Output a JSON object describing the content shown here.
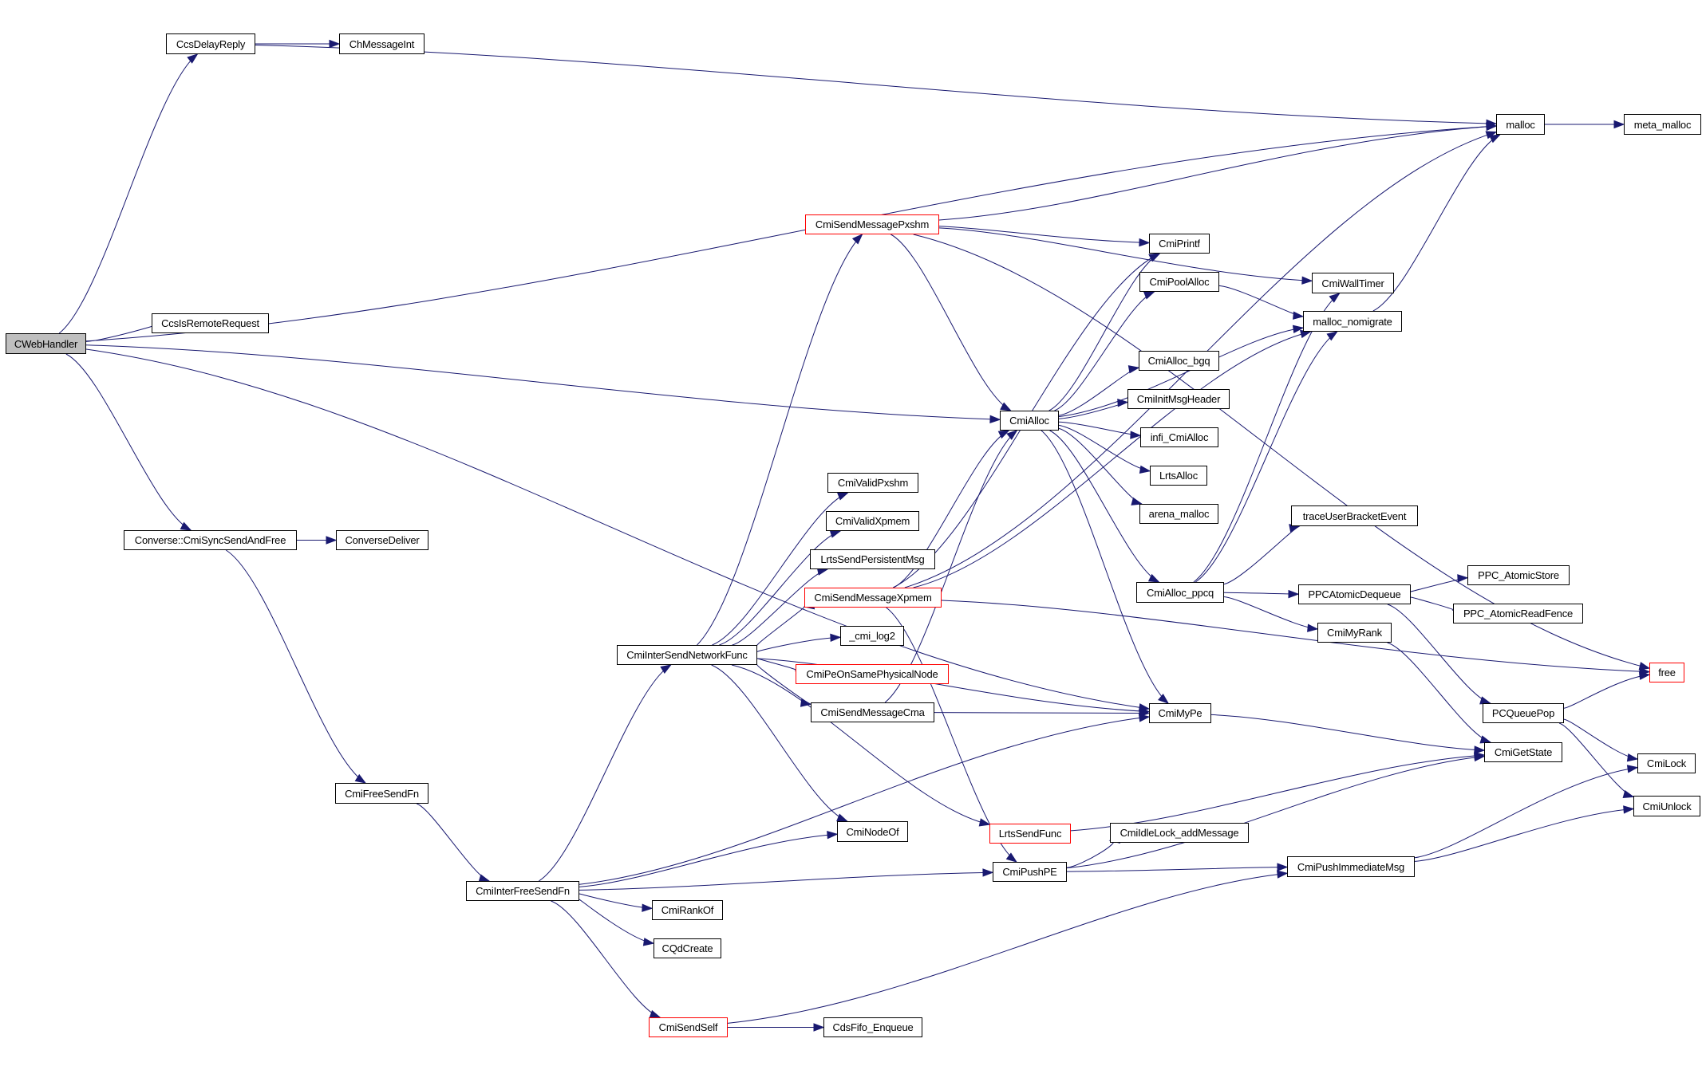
{
  "graph": {
    "title": "Call graph of CWebHandler",
    "colors": {
      "edge": "#191970",
      "root_fill": "#bfbfbf",
      "node_border": "#000000",
      "undocumented_border": "#ff0000"
    },
    "root": "CWebHandler",
    "nodes": [
      {
        "id": "CWebHandler",
        "label": "CWebHandler",
        "style": "root"
      },
      {
        "id": "CcsDelayReply",
        "label": "CcsDelayReply",
        "style": "normal"
      },
      {
        "id": "ChMessageInt",
        "label": "ChMessageInt",
        "style": "normal"
      },
      {
        "id": "CcsIsRemoteRequest",
        "label": "CcsIsRemoteRequest",
        "style": "normal"
      },
      {
        "id": "CmiSyncSendAndFree",
        "label": "Converse::CmiSyncSendAndFree",
        "style": "normal"
      },
      {
        "id": "ConverseDeliver",
        "label": "ConverseDeliver",
        "style": "normal"
      },
      {
        "id": "CmiFreeSendFn",
        "label": "CmiFreeSendFn",
        "style": "normal"
      },
      {
        "id": "CmiInterFreeSendFn",
        "label": "CmiInterFreeSendFn",
        "style": "normal"
      },
      {
        "id": "CmiInterSendNetworkFunc",
        "label": "CmiInterSendNetworkFunc",
        "style": "normal"
      },
      {
        "id": "CmiSendMessagePxshm",
        "label": "CmiSendMessagePxshm",
        "style": "red"
      },
      {
        "id": "CmiPrintf",
        "label": "CmiPrintf",
        "style": "normal"
      },
      {
        "id": "CmiPoolAlloc",
        "label": "CmiPoolAlloc",
        "style": "normal"
      },
      {
        "id": "CmiAlloc_bgq",
        "label": "CmiAlloc_bgq",
        "style": "normal"
      },
      {
        "id": "CmiInitMsgHeader",
        "label": "CmiInitMsgHeader",
        "style": "normal"
      },
      {
        "id": "CmiAlloc",
        "label": "CmiAlloc",
        "style": "normal"
      },
      {
        "id": "infi_CmiAlloc",
        "label": "infi_CmiAlloc",
        "style": "normal"
      },
      {
        "id": "LrtsAlloc",
        "label": "LrtsAlloc",
        "style": "normal"
      },
      {
        "id": "arena_malloc",
        "label": "arena_malloc",
        "style": "normal"
      },
      {
        "id": "CmiValidPxshm",
        "label": "CmiValidPxshm",
        "style": "normal"
      },
      {
        "id": "CmiValidXpmem",
        "label": "CmiValidXpmem",
        "style": "normal"
      },
      {
        "id": "LrtsSendPersistentMsg",
        "label": "LrtsSendPersistentMsg",
        "style": "normal"
      },
      {
        "id": "CmiSendMessageXpmem",
        "label": "CmiSendMessageXpmem",
        "style": "red"
      },
      {
        "id": "_cmi_log2",
        "label": "_cmi_log2",
        "style": "normal"
      },
      {
        "id": "CmiPeOnSamePhysicalNode",
        "label": "CmiPeOnSamePhysicalNode",
        "style": "red"
      },
      {
        "id": "CmiSendMessageCma",
        "label": "CmiSendMessageCma",
        "style": "normal"
      },
      {
        "id": "CmiNodeOf",
        "label": "CmiNodeOf",
        "style": "normal"
      },
      {
        "id": "CmiRankOf",
        "label": "CmiRankOf",
        "style": "normal"
      },
      {
        "id": "CQdCreate",
        "label": "CQdCreate",
        "style": "normal"
      },
      {
        "id": "CmiSendSelf",
        "label": "CmiSendSelf",
        "style": "red"
      },
      {
        "id": "CdsFifo_Enqueue",
        "label": "CdsFifo_Enqueue",
        "style": "normal"
      },
      {
        "id": "LrtsSendFunc",
        "label": "LrtsSendFunc",
        "style": "red"
      },
      {
        "id": "CmiIdleLock_addMessage",
        "label": "CmiIdleLock_addMessage",
        "style": "normal"
      },
      {
        "id": "CmiPushPE",
        "label": "CmiPushPE",
        "style": "normal"
      },
      {
        "id": "CmiPushImmediateMsg",
        "label": "CmiPushImmediateMsg",
        "style": "normal"
      },
      {
        "id": "malloc",
        "label": "malloc",
        "style": "normal"
      },
      {
        "id": "meta_malloc",
        "label": "meta_malloc",
        "style": "normal"
      },
      {
        "id": "CmiWallTimer",
        "label": "CmiWallTimer",
        "style": "normal"
      },
      {
        "id": "malloc_nomigrate",
        "label": "malloc_nomigrate",
        "style": "normal"
      },
      {
        "id": "traceUserBracketEvent",
        "label": "traceUserBracketEvent",
        "style": "normal"
      },
      {
        "id": "CmiAlloc_ppcq",
        "label": "CmiAlloc_ppcq",
        "style": "normal"
      },
      {
        "id": "PPCAtomicDequeue",
        "label": "PPCAtomicDequeue",
        "style": "normal"
      },
      {
        "id": "PPC_AtomicStore",
        "label": "PPC_AtomicStore",
        "style": "normal"
      },
      {
        "id": "PPC_AtomicReadFence",
        "label": "PPC_AtomicReadFence",
        "style": "normal"
      },
      {
        "id": "CmiMyRank",
        "label": "CmiMyRank",
        "style": "normal"
      },
      {
        "id": "free",
        "label": "free",
        "style": "red"
      },
      {
        "id": "CmiMyPe",
        "label": "CmiMyPe",
        "style": "normal"
      },
      {
        "id": "PCQueuePop",
        "label": "PCQueuePop",
        "style": "normal"
      },
      {
        "id": "CmiGetState",
        "label": "CmiGetState",
        "style": "normal"
      },
      {
        "id": "CmiLock",
        "label": "CmiLock",
        "style": "normal"
      },
      {
        "id": "CmiUnlock",
        "label": "CmiUnlock",
        "style": "normal"
      }
    ],
    "edges": [
      [
        "CWebHandler",
        "CcsDelayReply"
      ],
      [
        "CWebHandler",
        "CcsIsRemoteRequest"
      ],
      [
        "CWebHandler",
        "malloc"
      ],
      [
        "CWebHandler",
        "CmiAlloc"
      ],
      [
        "CWebHandler",
        "CmiMyPe"
      ],
      [
        "CWebHandler",
        "CmiSyncSendAndFree"
      ],
      [
        "CcsDelayReply",
        "ChMessageInt"
      ],
      [
        "CcsDelayReply",
        "malloc"
      ],
      [
        "CmiSyncSendAndFree",
        "ConverseDeliver"
      ],
      [
        "CmiSyncSendAndFree",
        "CmiFreeSendFn"
      ],
      [
        "CmiFreeSendFn",
        "CmiInterFreeSendFn"
      ],
      [
        "CmiInterFreeSendFn",
        "CmiInterSendNetworkFunc"
      ],
      [
        "CmiInterFreeSendFn",
        "CmiNodeOf"
      ],
      [
        "CmiInterFreeSendFn",
        "CmiMyPe"
      ],
      [
        "CmiInterFreeSendFn",
        "CmiRankOf"
      ],
      [
        "CmiInterFreeSendFn",
        "CQdCreate"
      ],
      [
        "CmiInterFreeSendFn",
        "CmiPushPE"
      ],
      [
        "CmiInterFreeSendFn",
        "CmiSendSelf"
      ],
      [
        "CmiInterSendNetworkFunc",
        "CmiSendMessagePxshm"
      ],
      [
        "CmiInterSendNetworkFunc",
        "CmiValidPxshm"
      ],
      [
        "CmiInterSendNetworkFunc",
        "CmiValidXpmem"
      ],
      [
        "CmiInterSendNetworkFunc",
        "LrtsSendPersistentMsg"
      ],
      [
        "CmiInterSendNetworkFunc",
        "CmiSendMessageXpmem"
      ],
      [
        "CmiInterSendNetworkFunc",
        "_cmi_log2"
      ],
      [
        "CmiInterSendNetworkFunc",
        "CmiPeOnSamePhysicalNode"
      ],
      [
        "CmiInterSendNetworkFunc",
        "CmiSendMessageCma"
      ],
      [
        "CmiInterSendNetworkFunc",
        "CmiMyPe"
      ],
      [
        "CmiInterSendNetworkFunc",
        "CmiNodeOf"
      ],
      [
        "CmiInterSendNetworkFunc",
        "LrtsSendFunc"
      ],
      [
        "CmiSendMessagePxshm",
        "malloc"
      ],
      [
        "CmiSendMessagePxshm",
        "free"
      ],
      [
        "CmiSendMessagePxshm",
        "CmiPrintf"
      ],
      [
        "CmiSendMessagePxshm",
        "CmiWallTimer"
      ],
      [
        "CmiSendMessagePxshm",
        "CmiAlloc"
      ],
      [
        "CmiSendMessageXpmem",
        "CmiAlloc"
      ],
      [
        "CmiSendMessageXpmem",
        "CmiPrintf"
      ],
      [
        "CmiSendMessageXpmem",
        "malloc_nomigrate"
      ],
      [
        "CmiSendMessageXpmem",
        "malloc"
      ],
      [
        "CmiSendMessageXpmem",
        "free"
      ],
      [
        "CmiSendMessageXpmem",
        "CmiPushPE"
      ],
      [
        "CmiSendMessageCma",
        "CmiAlloc"
      ],
      [
        "CmiSendMessageCma",
        "CmiMyPe"
      ],
      [
        "CmiAlloc",
        "CmiPrintf"
      ],
      [
        "CmiAlloc",
        "CmiPoolAlloc"
      ],
      [
        "CmiAlloc",
        "malloc_nomigrate"
      ],
      [
        "CmiAlloc",
        "CmiAlloc_bgq"
      ],
      [
        "CmiAlloc",
        "CmiInitMsgHeader"
      ],
      [
        "CmiAlloc",
        "infi_CmiAlloc"
      ],
      [
        "CmiAlloc",
        "LrtsAlloc"
      ],
      [
        "CmiAlloc",
        "arena_malloc"
      ],
      [
        "CmiAlloc",
        "CmiAlloc_ppcq"
      ],
      [
        "CmiAlloc",
        "CmiMyPe"
      ],
      [
        "CmiPoolAlloc",
        "malloc_nomigrate"
      ],
      [
        "malloc_nomigrate",
        "malloc"
      ],
      [
        "malloc",
        "meta_malloc"
      ],
      [
        "CmiAlloc_ppcq",
        "CmiWallTimer"
      ],
      [
        "CmiAlloc_ppcq",
        "traceUserBracketEvent"
      ],
      [
        "CmiAlloc_ppcq",
        "PPCAtomicDequeue"
      ],
      [
        "CmiAlloc_ppcq",
        "CmiMyRank"
      ],
      [
        "CmiAlloc_ppcq",
        "malloc_nomigrate"
      ],
      [
        "PPCAtomicDequeue",
        "PPC_AtomicStore"
      ],
      [
        "PPCAtomicDequeue",
        "PPC_AtomicReadFence"
      ],
      [
        "PPCAtomicDequeue",
        "PCQueuePop"
      ],
      [
        "PCQueuePop",
        "free"
      ],
      [
        "PCQueuePop",
        "CmiLock"
      ],
      [
        "PCQueuePop",
        "CmiUnlock"
      ],
      [
        "CmiMyRank",
        "CmiGetState"
      ],
      [
        "CmiMyPe",
        "CmiGetState"
      ],
      [
        "LrtsSendFunc",
        "CmiGetState"
      ],
      [
        "CmiPushPE",
        "CmiIdleLock_addMessage"
      ],
      [
        "CmiPushPE",
        "CmiPushImmediateMsg"
      ],
      [
        "CmiPushPE",
        "CmiGetState"
      ],
      [
        "CmiPushImmediateMsg",
        "CmiLock"
      ],
      [
        "CmiPushImmediateMsg",
        "CmiUnlock"
      ],
      [
        "CmiSendSelf",
        "CdsFifo_Enqueue"
      ],
      [
        "CmiSendSelf",
        "CmiPushImmediateMsg"
      ]
    ]
  }
}
